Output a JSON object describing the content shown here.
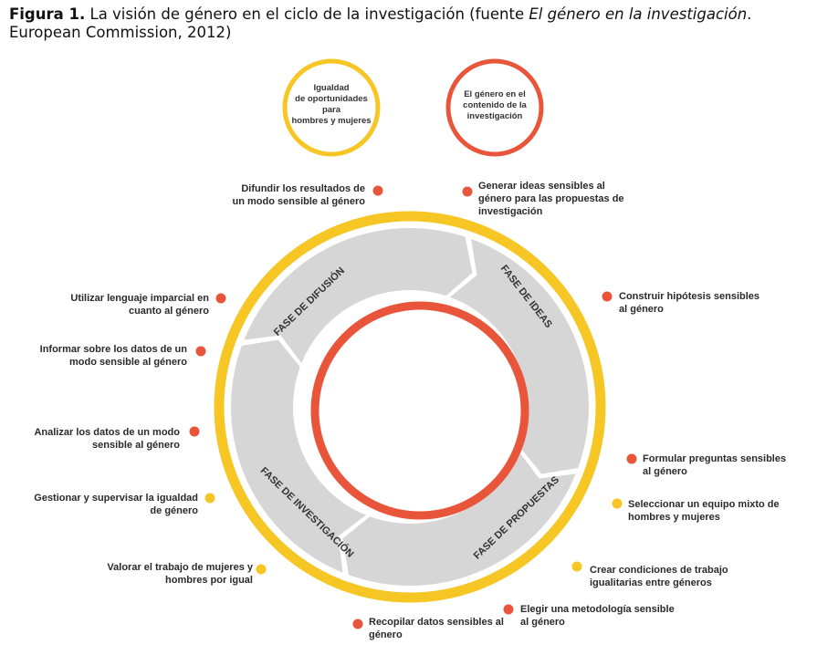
{
  "caption": {
    "figure_label": "Figura 1.",
    "text_before": " La visión de género en el ciclo de la investigación (fuente ",
    "italic_source": "El género en la investigación",
    "text_after": ". European Commission, 2012)"
  },
  "colors": {
    "yellow": "#F6C624",
    "red": "#E8553A",
    "grey": "#D6D6D6",
    "white": "#ffffff"
  },
  "legend_circles": [
    {
      "text": "Igualdad\nde oportunidades\npara\nhombres y mujeres",
      "color": "yellow"
    },
    {
      "text": "El género en el\ncontenido de la\ninvestigación",
      "color": "red"
    }
  ],
  "phases": [
    {
      "label": "FASE DE IDEAS"
    },
    {
      "label": "FASE DE PROPUESTAS"
    },
    {
      "label": "FASE DE INVESTIGACIÓN"
    },
    {
      "label": "FASE DE DIFUSIÓN"
    }
  ],
  "items": [
    {
      "text": "Difundir los resultados de\nun modo sensible al género",
      "color": "red"
    },
    {
      "text": "Generar ideas sensibles al\ngénero para las propuestas de\ninvestigación",
      "color": "red"
    },
    {
      "text": "Construir hipótesis sensibles\nal género",
      "color": "red"
    },
    {
      "text": "Utilizar lenguaje imparcial en\ncuanto al género",
      "color": "red"
    },
    {
      "text": "Informar sobre los datos de un\nmodo sensible al género",
      "color": "red"
    },
    {
      "text": "Analizar los datos de un modo\nsensible al género",
      "color": "red"
    },
    {
      "text": "Formular preguntas sensibles\nal género",
      "color": "red"
    },
    {
      "text": "Gestionar y supervisar la igualdad\nde género",
      "color": "yellow"
    },
    {
      "text": "Seleccionar un equipo mixto de\nhombres y mujeres",
      "color": "yellow"
    },
    {
      "text": "Valorar el trabajo de mujeres y\nhombres por igual",
      "color": "yellow"
    },
    {
      "text": "Crear condiciones de trabajo\nigualitarias entre géneros",
      "color": "yellow"
    },
    {
      "text": "Elegir una metodología sensible\nal género",
      "color": "red"
    },
    {
      "text": "Recopilar datos sensibles al\ngénero",
      "color": "red"
    }
  ]
}
